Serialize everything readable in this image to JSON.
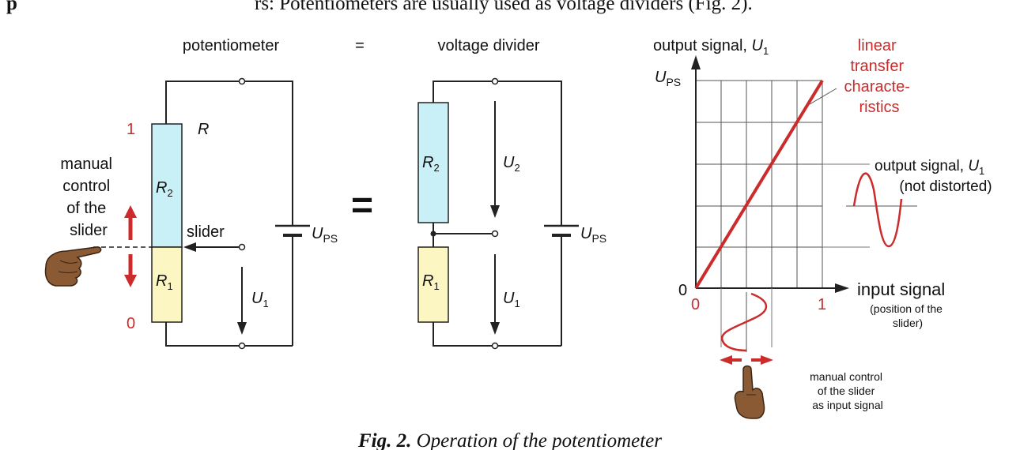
{
  "header": {
    "fragment": "p",
    "sentence": "rs: Potentiometers are usually used as voltage dividers (Fig. 2)."
  },
  "labels": {
    "potentiometer": "potentiometer",
    "equals": "=",
    "voltage_divider": "voltage divider",
    "R": "R",
    "one": "1",
    "zero": "0",
    "manual_control_lines": [
      "manual",
      "control",
      "of the",
      "slider"
    ],
    "slider": "slider",
    "R2": "R",
    "R2_sub": "2",
    "R1": "R",
    "R1_sub": "1",
    "U": "U",
    "U1_sub": "1",
    "U2_sub": "2",
    "UPS_sub": "PS",
    "big_equals": "="
  },
  "chart": {
    "title_text": "output signal, ",
    "title_U": "U",
    "title_sub": "1",
    "y_top_U": "U",
    "y_top_sub": "PS",
    "origin_y": "0",
    "origin_x": "0",
    "x_max": "1",
    "red_label_lines": [
      "linear",
      "transfer",
      "characte-",
      "ristics"
    ],
    "out_signal_text": "output signal, ",
    "out_signal_U": "U",
    "out_signal_sub": "1",
    "not_distorted": "(not distorted)",
    "input_signal": "input signal",
    "input_note_lines": [
      "(position of the",
      "slider)"
    ],
    "manual_input_lines": [
      "manual control",
      "of the slider",
      "as input signal"
    ]
  },
  "caption": {
    "bold": "Fig. 2.",
    "rest": " Operation of the potentiometer"
  },
  "colors": {
    "accent_red": "#cc2b2b",
    "resistor_upper": "#c9f0f7",
    "resistor_lower": "#fbf6c2",
    "ink": "#222222"
  }
}
